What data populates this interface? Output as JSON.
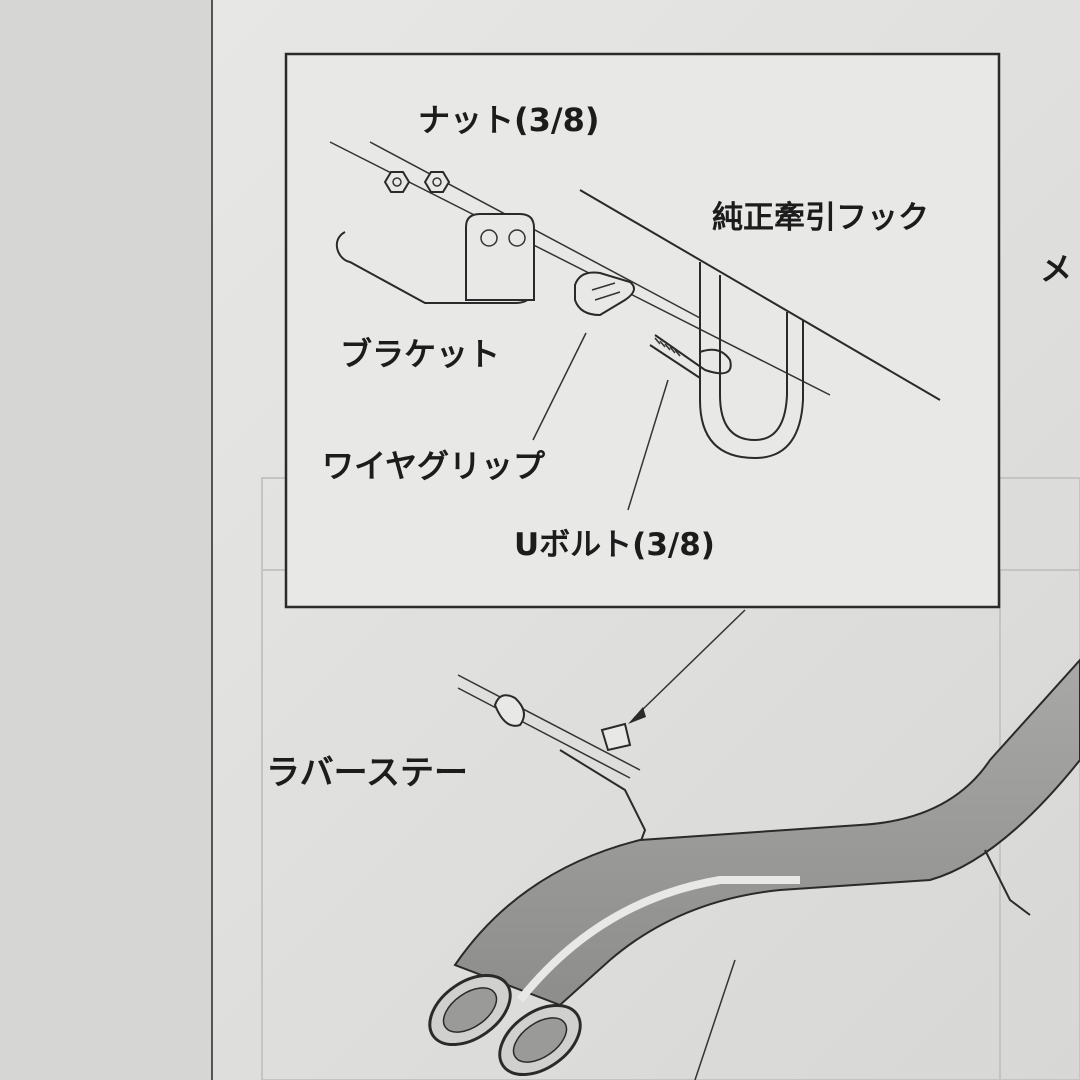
{
  "diagram": {
    "labels": {
      "nut": "ナット(3/8)",
      "tow_hook": "純正牽引フック",
      "bracket": "ブラケット",
      "wire_grip": "ワイヤグリップ",
      "u_bolt": "Uボルト(3/8)",
      "rubber_stay": "ラバーステー",
      "cut_off_text": "メ"
    }
  }
}
